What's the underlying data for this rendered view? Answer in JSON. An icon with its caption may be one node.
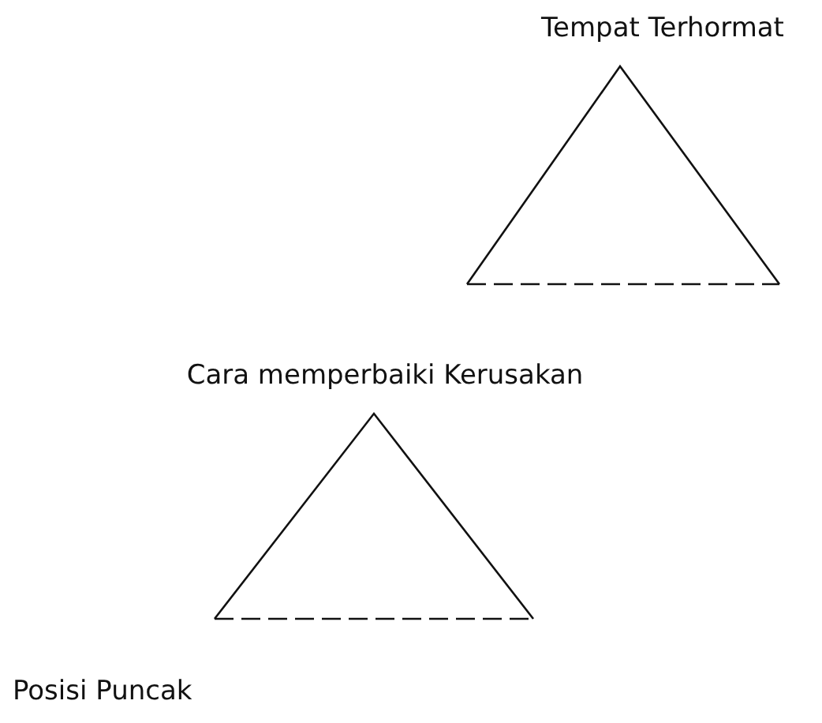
{
  "diagram": {
    "nodes": [
      {
        "text": [
          "Tempat Terhormat"
        ]
      },
      {
        "text": [
          "Cara memperbaiki Kerusakan"
        ]
      }
    ],
    "labels": [
      "Posisi Puncak"
    ]
  }
}
